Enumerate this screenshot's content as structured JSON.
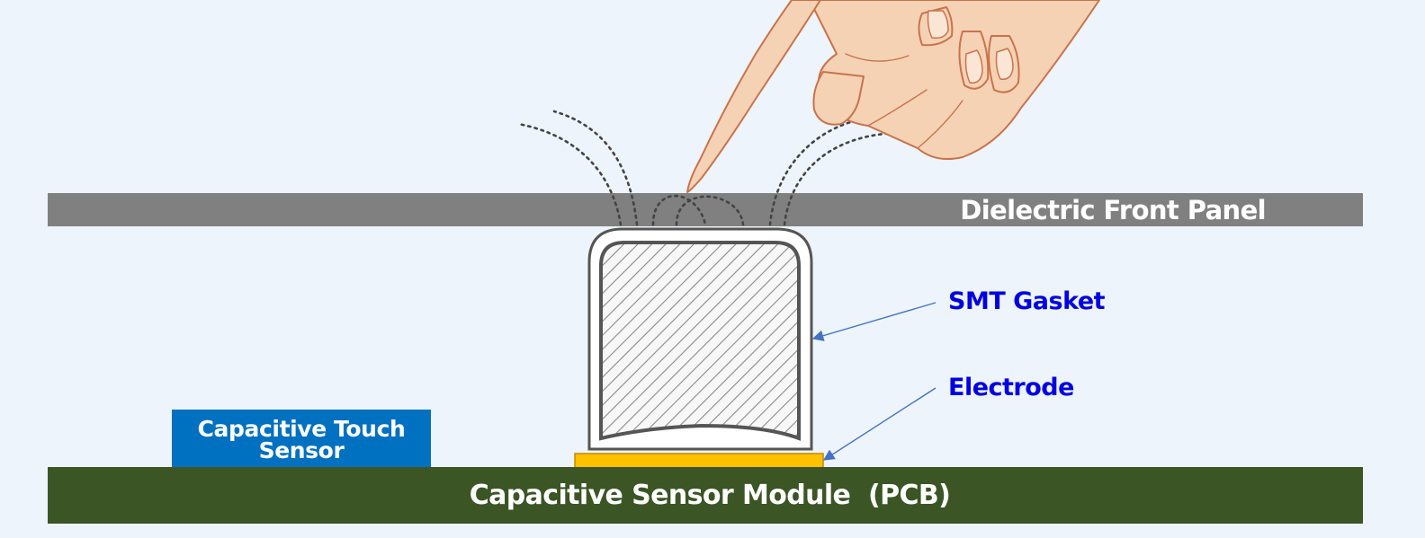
{
  "labels": {
    "dielectric_panel": "Dielectric Front Panel",
    "smt_gasket": "SMT Gasket",
    "electrode": "Electrode",
    "touch_sensor": "Capacitive Touch Sensor",
    "pcb": "Capacitive Sensor Module  (PCB)"
  },
  "colors": {
    "background": "#edf4fb",
    "panel": "#808080",
    "pcb": "#3b5525",
    "touch_sensor": "#0070c0",
    "electrode": "#ffc000",
    "electrode_border": "#c08a00",
    "callout_text": "#0000e0",
    "arrow": "#4472c4",
    "skin": "#f6d2b5",
    "skin_outline": "#c8734c",
    "field_lines": "#444444",
    "gasket_outline": "#555555"
  },
  "icons": {
    "hand": "pointing-hand-icon"
  }
}
